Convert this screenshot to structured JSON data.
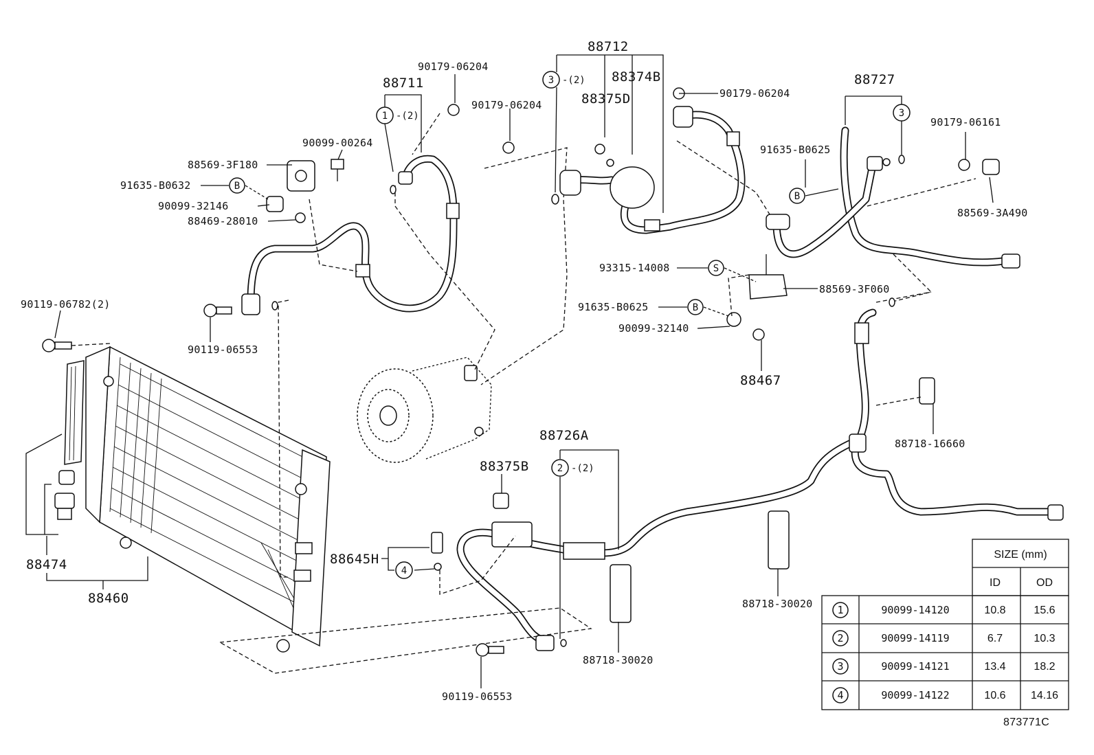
{
  "labels": {
    "p88712": "88712",
    "p88711": "88711",
    "p88374B": "88374B",
    "p88375D": "88375D",
    "p88727": "88727",
    "p90179_06204_a": "90179-06204",
    "p90179_06204_b": "90179-06204",
    "p90179_06204_c": "90179-06204",
    "p90179_06161": "90179-06161",
    "p90099_00264": "90099-00264",
    "p88569_3F180": "88569-3F180",
    "p91635_B0632": "91635-B0632",
    "p90099_32146": "90099-32146",
    "p88469_28010": "88469-28010",
    "p91635_B0625_a": "91635-B0625",
    "p88569_3A490": "88569-3A490",
    "p93315_14008": "93315-14008",
    "p88569_3F060": "88569-3F060",
    "p91635_B0625_b": "91635-B0625",
    "p90099_32140": "90099-32140",
    "p88467": "88467",
    "p90119_06782": "90119-06782(2)",
    "p90119_06553_a": "90119-06553",
    "p88474": "88474",
    "p88460": "88460",
    "p88726A": "88726A",
    "p88375B": "88375B",
    "p88645H": "88645H",
    "p88718_16660": "88718-16660",
    "p88718_30020_a": "88718-30020",
    "p88718_30020_b": "88718-30020",
    "p90119_06553_b": "90119-06553",
    "qty2": "-(2)",
    "diagram_id": "873771C"
  },
  "callouts": {
    "c1": "1",
    "c2": "2",
    "c3a": "3",
    "c3b": "3",
    "c4": "4",
    "cB1": "B",
    "cB2": "B",
    "cB3": "B",
    "cS": "S"
  },
  "size_table": {
    "header": "SIZE (mm)",
    "col_id": "ID",
    "col_od": "OD",
    "rows": [
      {
        "ref": "1",
        "part": "90099-14120",
        "id": "10.8",
        "od": "15.6"
      },
      {
        "ref": "2",
        "part": "90099-14119",
        "id": "6.7",
        "od": "10.3"
      },
      {
        "ref": "3",
        "part": "90099-14121",
        "id": "13.4",
        "od": "18.2"
      },
      {
        "ref": "4",
        "part": "90099-14122",
        "id": "10.6",
        "od": "14.16"
      }
    ]
  }
}
